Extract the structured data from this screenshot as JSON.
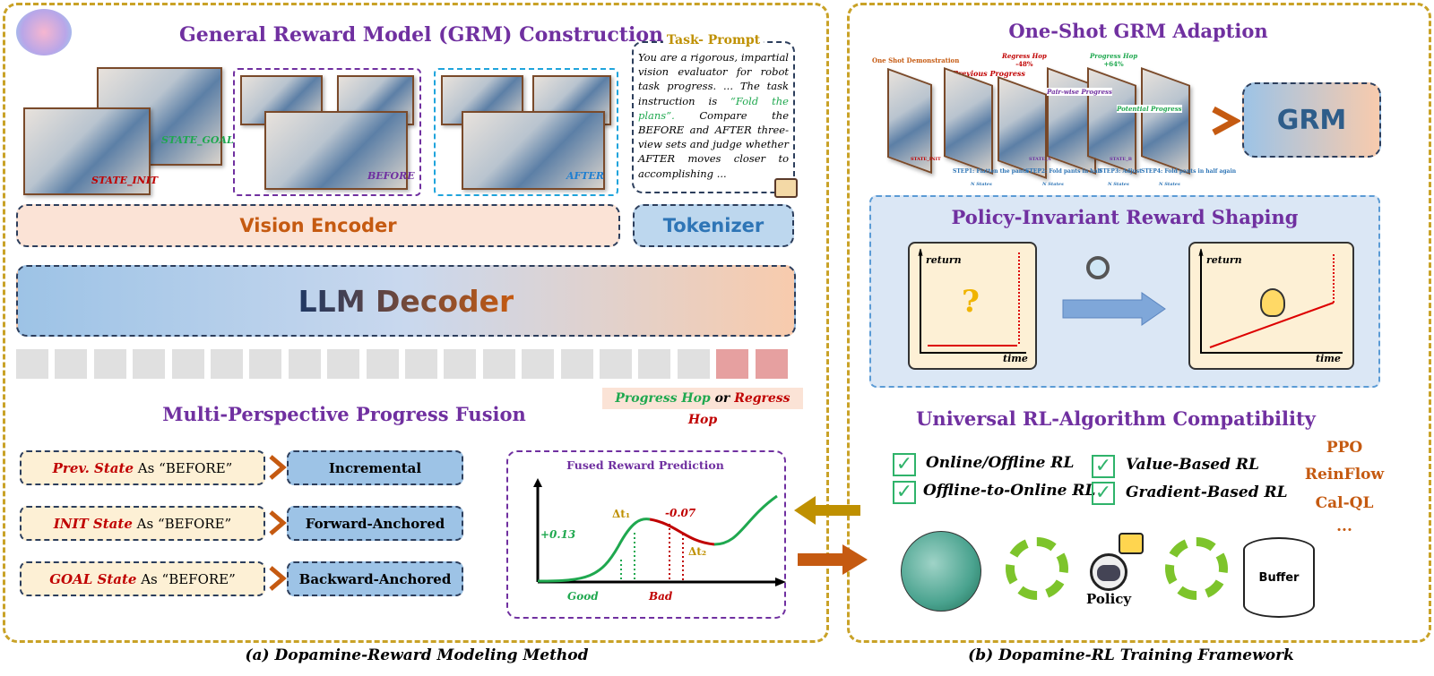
{
  "left_panel": {
    "title": "General Reward Model (GRM) Construction",
    "images": {
      "state_goal": "STATE_GOAL",
      "state_init": "STATE_INIT",
      "before": "BEFORE",
      "after": "AFTER"
    },
    "task_prompt": {
      "title": "Task- Prompt",
      "text_before": "You are a rigorous, impartial vision evaluator for robot task progress. ... The task instruction is ",
      "instruction": "“Fold the plans”.",
      "text_after": " Compare the BEFORE and AFTER three-view sets and judge whether AFTER moves closer to accomplishing ..."
    },
    "vision_encoder": "Vision Encoder",
    "tokenizer": "Tokenizer",
    "llm_decoder": "LLM Decoder",
    "hop_legend": {
      "progress": "Progress Hop",
      "or": " or ",
      "regress": "Regress Hop"
    },
    "fusion_title": "Multi-Perspective Progress Fusion",
    "perspectives": [
      {
        "state": "Prev. State",
        "as": " As “BEFORE”",
        "mode": "Incremental"
      },
      {
        "state": "INIT State",
        "as": " As “BEFORE”",
        "mode": "Forward-Anchored"
      },
      {
        "state": "GOAL State",
        "as": " As “BEFORE”",
        "mode": "Backward-Anchored"
      }
    ],
    "fused": {
      "title": "Fused Reward Prediction",
      "plus": "+0.13",
      "minus": "-0.07",
      "dt1": "Δt₁",
      "dt2": "Δt₂",
      "good": "Good",
      "bad": "Bad"
    },
    "caption": "(a) Dopamine-Reward Modeling Method"
  },
  "right_panel": {
    "title": "One-Shot GRM Adaption",
    "demo": {
      "one_shot": "One Shot Demonstration",
      "regress_hop": "Regress Hop",
      "regress_val": "-48%",
      "progress_hop": "Progress Hop",
      "progress_val": "+64%",
      "previous_progress": "Previous Progress",
      "pairwise_progress": "Pair-wise Progress",
      "potential_progress": "Potential Progress",
      "state_init": "STATE_INIT",
      "state_a": "STATE_A",
      "state_b": "STATE_B",
      "steps": [
        "STEP1: Flatten the pants",
        "STEP2: Fold pants in half",
        "STEP3: Adjust",
        "STEP4: Fold pants in half again"
      ],
      "n_states": "N States"
    },
    "grm": "GRM",
    "shaping": {
      "title": "Policy-Invariant Reward Shaping",
      "ylabel": "return",
      "xlabel": "time",
      "question": "?"
    },
    "compat_title": "Universal RL-Algorithm Compatibility",
    "features": [
      "Online/Offline RL",
      "Offline-to-Online RL",
      "Value-Based RL",
      "Gradient-Based RL"
    ],
    "algorithms": [
      "PPO",
      "ReinFlow",
      "Cal-QL",
      "..."
    ],
    "policy": "Policy",
    "buffer": "Buffer",
    "caption": "(b) Dopamine-RL Training Framework"
  },
  "colors": {
    "purple": "#7030a0",
    "gold": "#c9a227",
    "orange": "#c55a11",
    "green": "#1fa84f",
    "red": "#c00000"
  }
}
